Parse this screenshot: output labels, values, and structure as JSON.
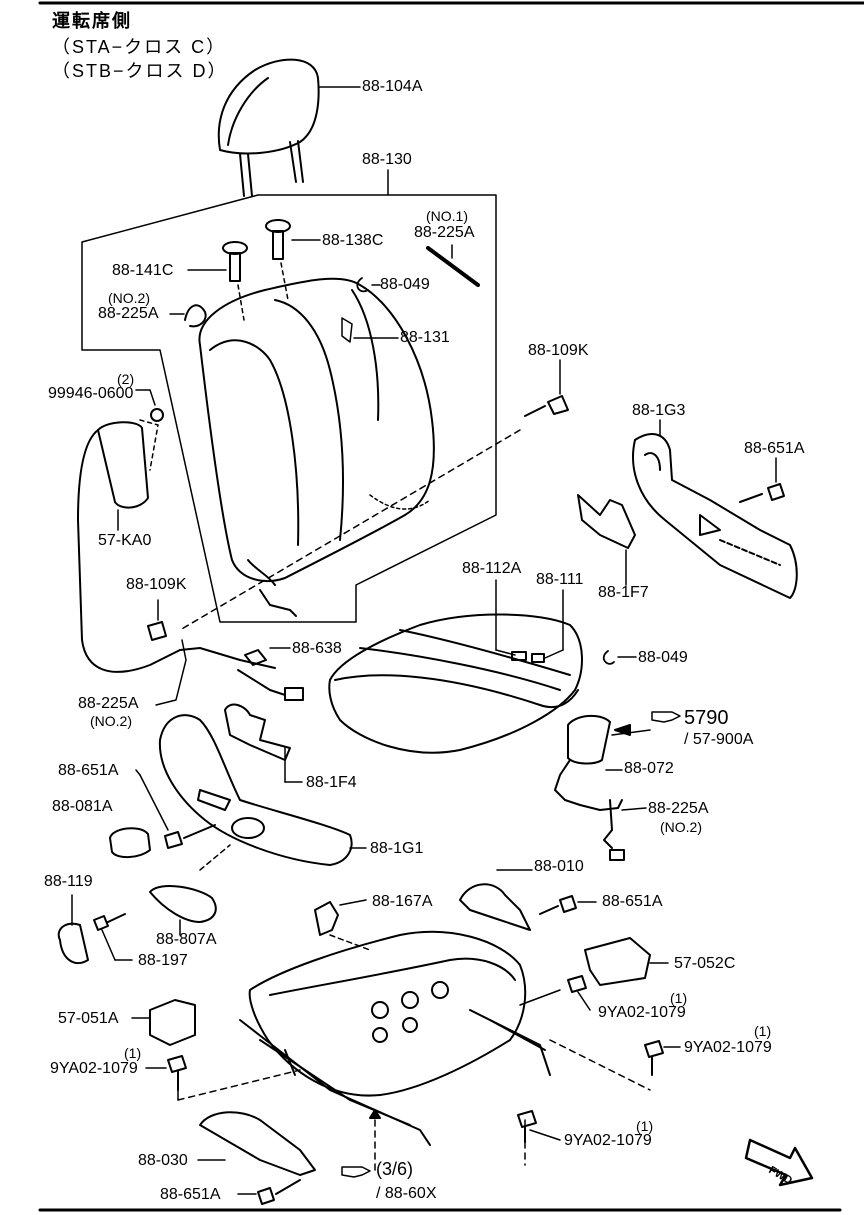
{
  "header": {
    "title": "運転席側",
    "line1": "（STA−クロス C）",
    "line2": "（STB−クロス D）"
  },
  "parts": {
    "p_88_104A": "88-104A",
    "p_88_130": "88-130",
    "p_no1": "(NO.1)",
    "p_88_225A_no1": "88-225A",
    "p_88_138C": "88-138C",
    "p_88_141C": "88-141C",
    "p_no2_a": "(NO.2)",
    "p_88_225A_a": "88-225A",
    "p_88_049_a": "88-049",
    "p_88_131": "88-131",
    "p_88_109K_a": "88-109K",
    "p_2": "(2)",
    "p_99946_0600": "99946-0600",
    "p_88_1G3": "88-1G3",
    "p_88_651A_a": "88-651A",
    "p_57_KA0": "57-KA0",
    "p_88_109K_b": "88-109K",
    "p_88_112A": "88-112A",
    "p_88_111": "88-111",
    "p_88_1F7": "88-1F7",
    "p_88_638": "88-638",
    "p_88_049_b": "88-049",
    "p_88_225A_b": "88-225A",
    "p_no2_b": "(NO.2)",
    "p_5790": "5790",
    "p_57_900A": "/ 57-900A",
    "p_88_651A_b": "88-651A",
    "p_88_072": "88-072",
    "p_88_225A_c": "88-225A",
    "p_no2_c": "(NO.2)",
    "p_88_1F4": "88-1F4",
    "p_88_081A": "88-081A",
    "p_88_1G1": "88-1G1",
    "p_88_119": "88-119",
    "p_88_010": "88-010",
    "p_88_651A_c": "88-651A",
    "p_88_167A": "88-167A",
    "p_88_807A": "88-807A",
    "p_88_197": "88-197",
    "p_57_052C": "57-052C",
    "p_1_a": "(1)",
    "p_9YA02_a": "9YA02-1079",
    "p_57_051A": "57-051A",
    "p_1_b": "(1)",
    "p_9YA02_b": "9YA02-1079",
    "p_1_c": "(1)",
    "p_9YA02_c": "9YA02-1079",
    "p_1_d": "(1)",
    "p_9YA02_d": "9YA02-1079",
    "p_88_030": "88-030",
    "p_3_6": "(3/6)",
    "p_88_60X": "/ 88-60X",
    "p_88_651A_d": "88-651A",
    "fwd": "FWD"
  }
}
